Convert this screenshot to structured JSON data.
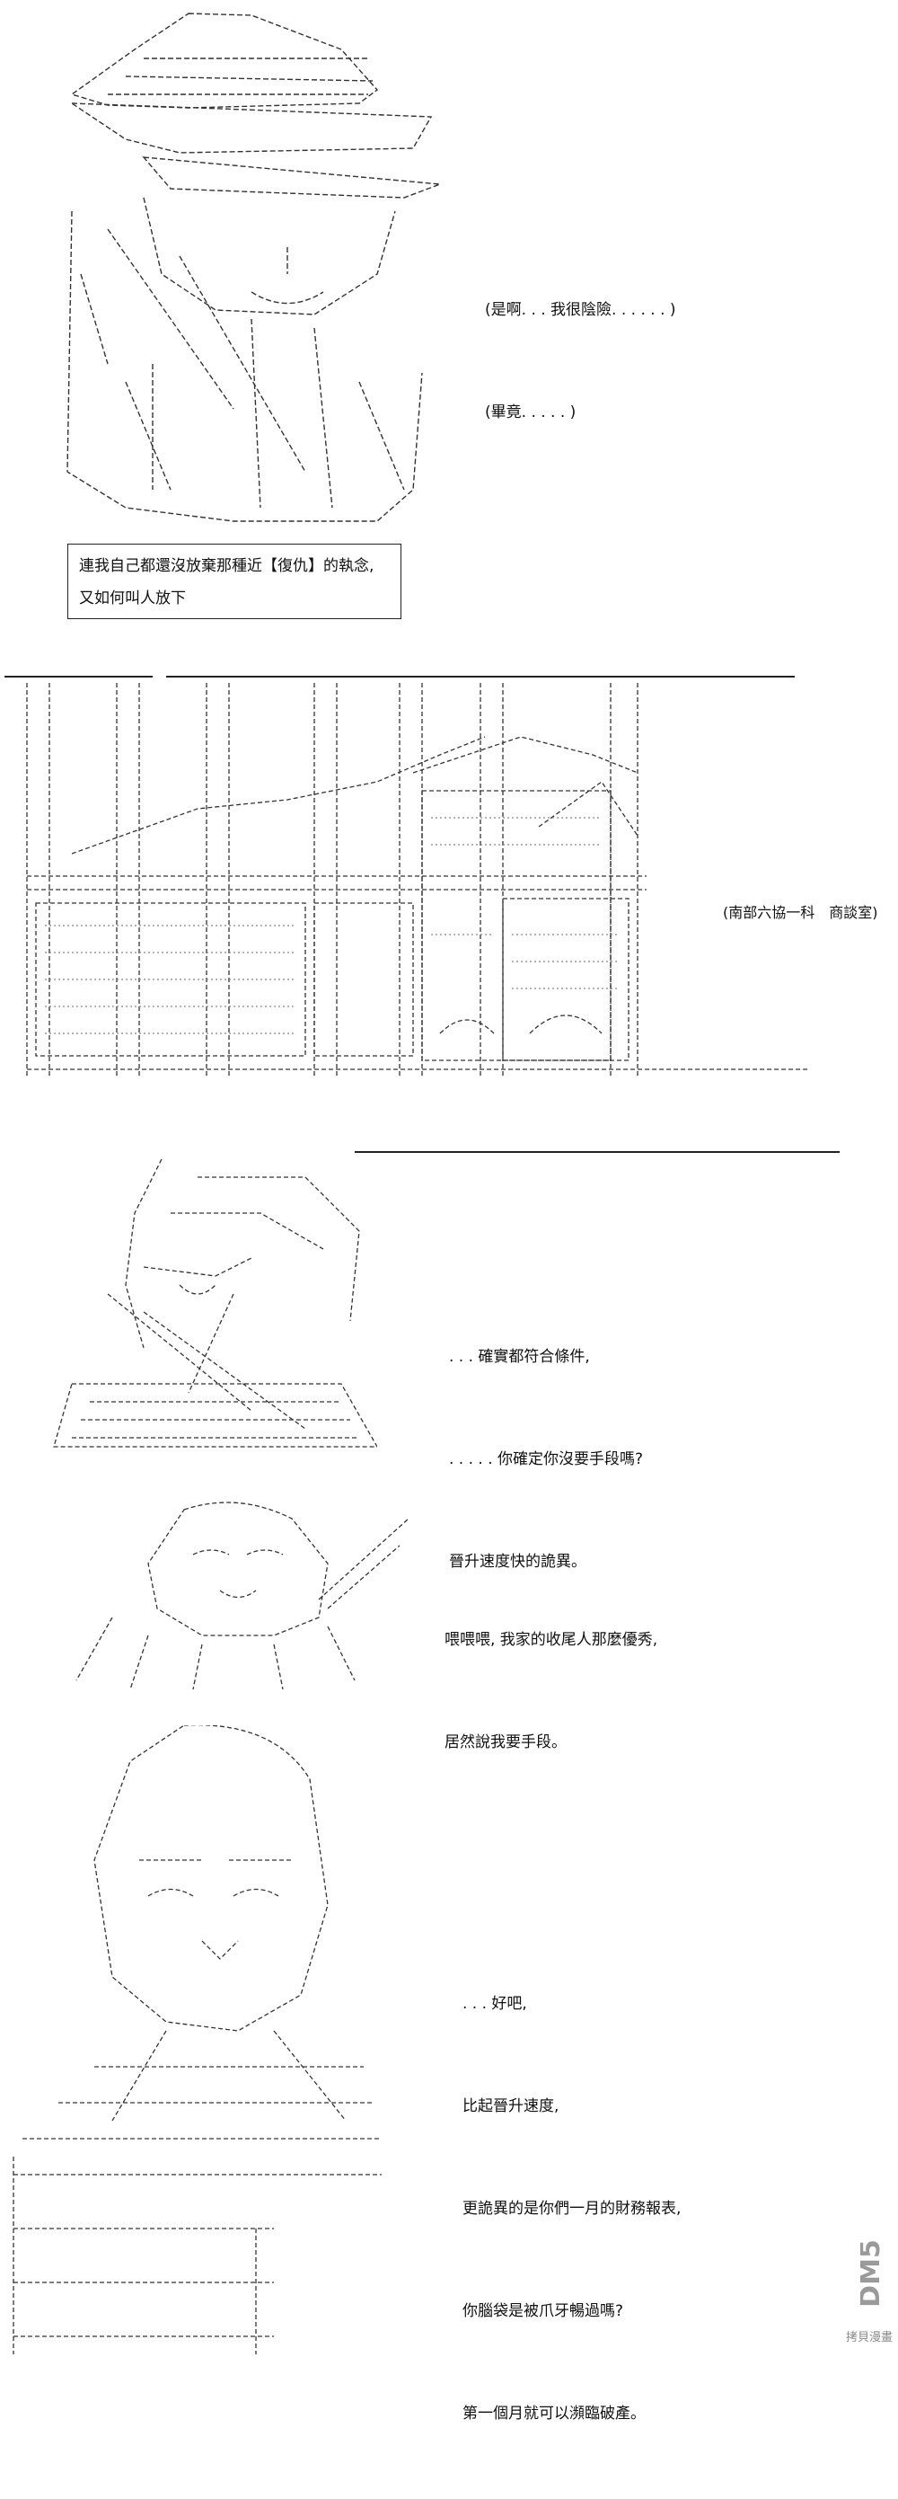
{
  "colors": {
    "ink": "#111111",
    "line": "#222222",
    "watermark": "#9a9a9a"
  },
  "panel1": {
    "dialog": [
      "(是啊. . . 我很陰險. . . . . . )",
      "(畢竟. . . . . )"
    ],
    "narration": [
      "連我自己都還沒放棄那種近【復仇】的執念,",
      "又如何叫人放下"
    ]
  },
  "panel2": {
    "location": "(南部六協一科　商談室)"
  },
  "panel3": {
    "dialog": [
      ". . . 確實都符合條件,",
      ". . . . . 你確定你沒要手段嗎?",
      "晉升速度快的詭異。"
    ]
  },
  "panel4": {
    "dialog": [
      "喂喂喂, 我家的收尾人那麼優秀,",
      "居然說我要手段。"
    ]
  },
  "panel5": {
    "dialog": [
      ". . . 好吧,",
      "比起晉升速度,",
      "更詭異的是你們一月的財務報表,",
      "你腦袋是被爪牙暢過嗎?",
      "第一個月就可以瀕臨破產。"
    ]
  },
  "watermark": {
    "text": "拷貝漫畫",
    "logo": "DM5"
  }
}
